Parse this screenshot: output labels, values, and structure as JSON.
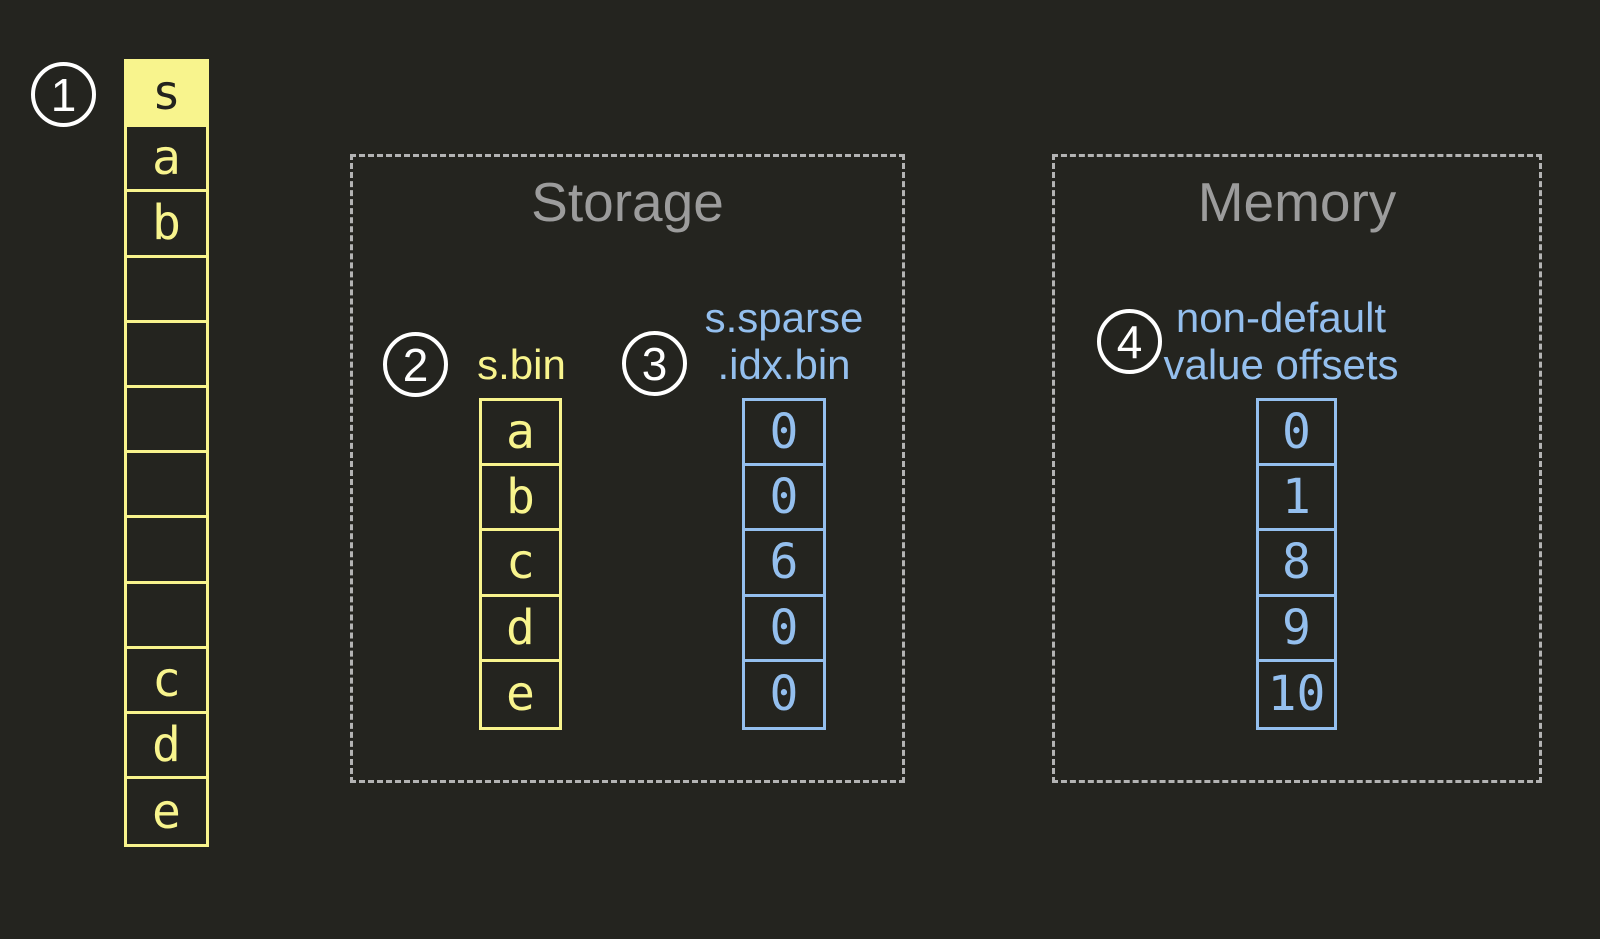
{
  "colors": {
    "bg": "#24241f",
    "yellow": "#f8f48d",
    "blue": "#94bfee",
    "title-gray": "#9c9c9c",
    "dash-gray": "#b3b3b3",
    "white": "#ffffff",
    "dark-text": "#23231e"
  },
  "main_array": {
    "badge": "1",
    "cells": [
      {
        "label": "s",
        "filled": true
      },
      {
        "label": "a"
      },
      {
        "label": "b"
      },
      {
        "label": ""
      },
      {
        "label": ""
      },
      {
        "label": ""
      },
      {
        "label": ""
      },
      {
        "label": ""
      },
      {
        "label": ""
      },
      {
        "label": "c"
      },
      {
        "label": "d"
      },
      {
        "label": "e"
      }
    ]
  },
  "storage": {
    "title": "Storage",
    "sbin": {
      "badge": "2",
      "label": "s.bin",
      "cells": [
        {
          "label": "a"
        },
        {
          "label": "b"
        },
        {
          "label": "c"
        },
        {
          "label": "d"
        },
        {
          "label": "e"
        }
      ]
    },
    "sparse": {
      "badge": "3",
      "label_line1": "s.sparse",
      "label_line2": ".idx.bin",
      "cells": [
        {
          "label": "0"
        },
        {
          "label": "0"
        },
        {
          "label": "6"
        },
        {
          "label": "0"
        },
        {
          "label": "0"
        }
      ]
    }
  },
  "memory": {
    "title": "Memory",
    "offsets": {
      "badge": "4",
      "label_line1": "non-default",
      "label_line2": "value offsets",
      "cells": [
        {
          "label": "0"
        },
        {
          "label": "1"
        },
        {
          "label": "8"
        },
        {
          "label": "9"
        },
        {
          "label": "10"
        }
      ]
    }
  }
}
